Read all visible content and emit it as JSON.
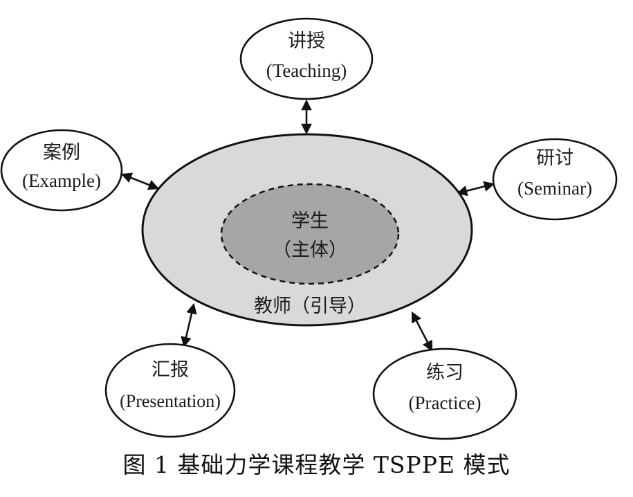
{
  "center": {
    "inner_label": "学生",
    "inner_sub": "（主体）",
    "outer_label": "教师（引导）"
  },
  "nodes": {
    "teaching": {
      "zh": "讲授",
      "en": "(Teaching)"
    },
    "example": {
      "zh": "案例",
      "en": "(Example)"
    },
    "seminar": {
      "zh": "研讨",
      "en": "(Seminar)"
    },
    "presentation": {
      "zh": "汇报",
      "en": "(Presentation)"
    },
    "practice": {
      "zh": "练习",
      "en": "(Practice)"
    }
  },
  "caption": "图 1  基础力学课程教学 TSPPE 模式",
  "colors": {
    "outer_fill": "#d9d9d9",
    "inner_fill": "#a6a6a6",
    "stroke": "#111111",
    "node_fill": "#ffffff"
  }
}
